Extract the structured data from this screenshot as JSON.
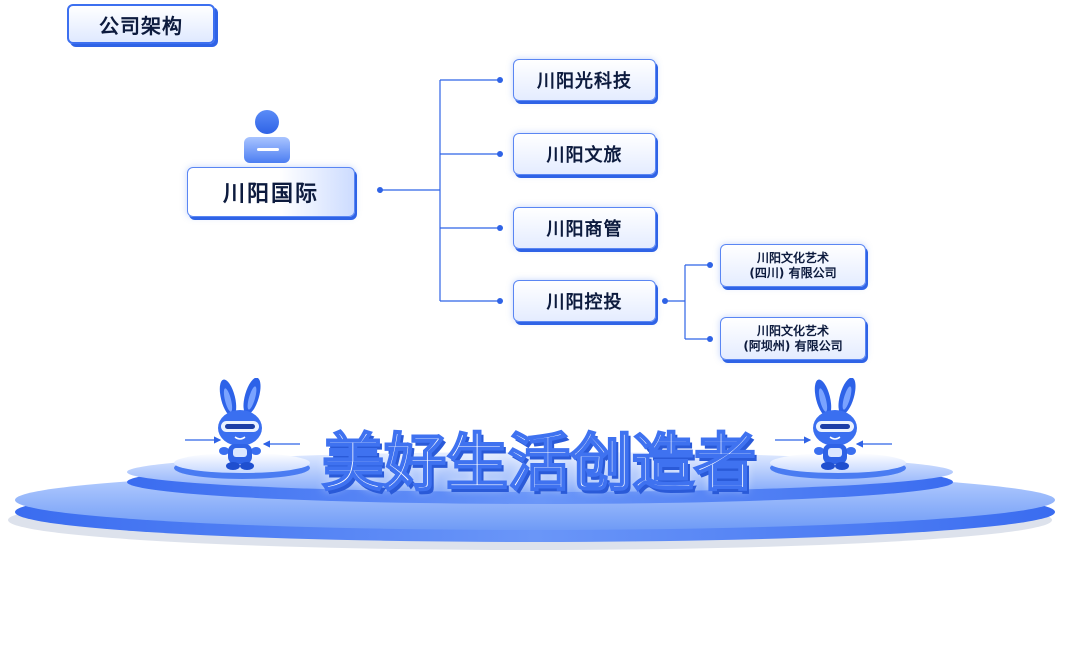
{
  "section_tag": "公司架构",
  "root": {
    "label": "川阳国际",
    "icon": "person-icon"
  },
  "children": [
    {
      "label": "川阳光科技"
    },
    {
      "label": "川阳文旅"
    },
    {
      "label": "川阳商管"
    },
    {
      "label": "川阳控投",
      "children": [
        {
          "line1": "川阳文化艺术",
          "line2": "(四川) 有限公司"
        },
        {
          "line1": "川阳文化艺术",
          "line2": "(阿坝州) 有限公司"
        }
      ]
    }
  ],
  "slogan": "美好生活创造者",
  "mascots": [
    "rabbit-mascot",
    "rabbit-mascot"
  ],
  "colors": {
    "accent": "#2f63e6",
    "text": "#0d1b3e",
    "platform": "#5b8cf5"
  }
}
